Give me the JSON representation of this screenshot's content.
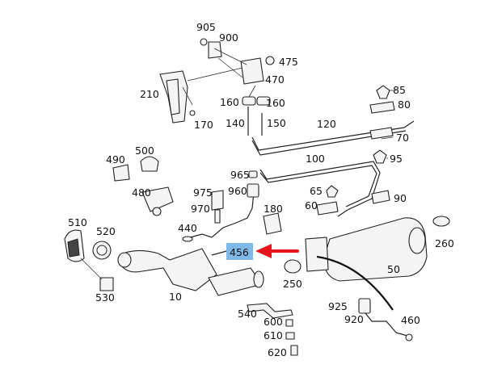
{
  "diagram": {
    "highlight_color": "#7fb9e8",
    "arrow_color": "#e8141b",
    "labels": {
      "l905": "905",
      "l900": "900",
      "l475": "475",
      "l470": "470",
      "l210": "210",
      "l85": "85",
      "l80": "80",
      "l160a": "160",
      "l160b": "160",
      "l170": "170",
      "l140": "140",
      "l150": "150",
      "l120": "120",
      "l70": "70",
      "l490": "490",
      "l500": "500",
      "l100": "100",
      "l95": "95",
      "l965": "965",
      "l480": "480",
      "l975": "975",
      "l960": "960",
      "l65": "65",
      "l90": "90",
      "l180": "180",
      "l970": "970",
      "l60": "60",
      "l510": "510",
      "l520": "520",
      "l440": "440",
      "l260": "260",
      "l456": "456",
      "l50": "50",
      "l250": "250",
      "l530": "530",
      "l10": "10",
      "l925": "925",
      "l540": "540",
      "l460": "460",
      "l920": "920",
      "l600": "600",
      "l610": "610",
      "l620": "620"
    }
  }
}
